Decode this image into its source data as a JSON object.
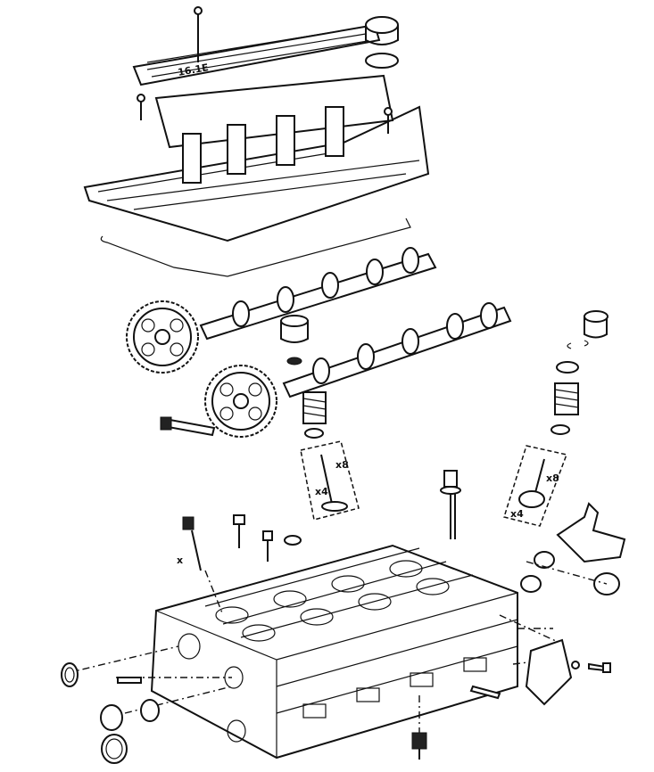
{
  "diagram": {
    "cover_marking": "16.1E",
    "labels": {
      "intake_valve_qty": "x4",
      "intake_keeper_qty": "x8",
      "exhaust_valve_qty": "x4",
      "exhaust_keeper_qty": "x8",
      "stud_marker": "x"
    }
  }
}
